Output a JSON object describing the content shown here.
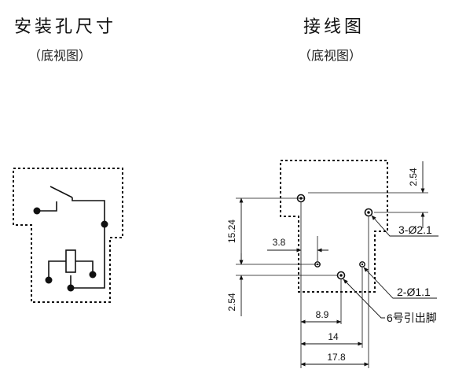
{
  "left_panel": {
    "title": "安装孔尺寸",
    "subtitle": "（底视图）"
  },
  "right_panel": {
    "title": "接线图",
    "subtitle": "（底视图）"
  },
  "dimensions": {
    "d_2_54_top": "2.54",
    "d_15_24": "15.24",
    "d_3_8": "3.8",
    "d_2_54_bottom": "2.54",
    "d_8_9": "8.9",
    "d_14": "14",
    "d_17_8": "17.8"
  },
  "callouts": {
    "large_holes": "3-Ø2.1",
    "small_holes": "2-Ø1.1",
    "pin6": "6号引出脚"
  }
}
